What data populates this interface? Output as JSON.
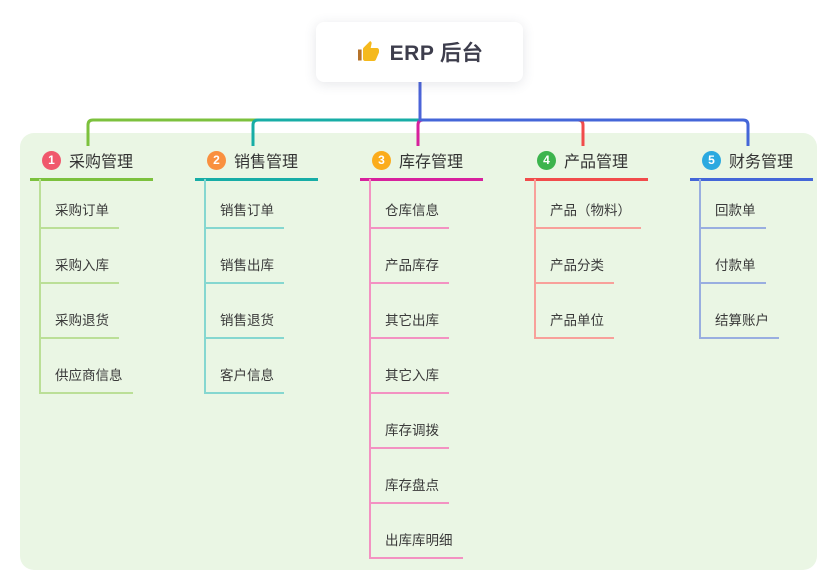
{
  "root": {
    "title": "ERP 后台",
    "icon": "thumbs-up-icon",
    "connector_color": "#4c64d8"
  },
  "palette": {
    "page_bg": "#ffffff",
    "panel_bg": "#eaf6e4",
    "text": "#333333",
    "root_text": "#3d3d4c",
    "thumb_gold": "#f5b91d",
    "thumb_cuff": "#b5722a"
  },
  "branches": [
    {
      "num": "1",
      "label": "采购管理",
      "badge_color": "#f0586c",
      "line_color": "#7cc13d",
      "child_line_color": "#bbdf97",
      "children": [
        "采购订单",
        "采购入库",
        "采购退货",
        "供应商信息"
      ]
    },
    {
      "num": "2",
      "label": "销售管理",
      "badge_color": "#f9903f",
      "line_color": "#17ada6",
      "child_line_color": "#85d7d0",
      "children": [
        "销售订单",
        "销售出库",
        "销售退货",
        "客户信息"
      ]
    },
    {
      "num": "3",
      "label": "库存管理",
      "badge_color": "#fbac1c",
      "line_color": "#d7219d",
      "child_line_color": "#f392c2",
      "children": [
        "仓库信息",
        "产品库存",
        "其它出库",
        "其它入库",
        "库存调拨",
        "库存盘点",
        "出库库明细"
      ]
    },
    {
      "num": "4",
      "label": "产品管理",
      "badge_color": "#3cb44d",
      "line_color": "#f14b4b",
      "child_line_color": "#f8a09a",
      "children": [
        "产品（物料）",
        "产品分类",
        "产品单位"
      ]
    },
    {
      "num": "5",
      "label": "财务管理",
      "badge_color": "#2ba9e0",
      "line_color": "#4466d8",
      "child_line_color": "#99aee0",
      "children": [
        "回款单",
        "付款单",
        "结算账户"
      ]
    }
  ]
}
